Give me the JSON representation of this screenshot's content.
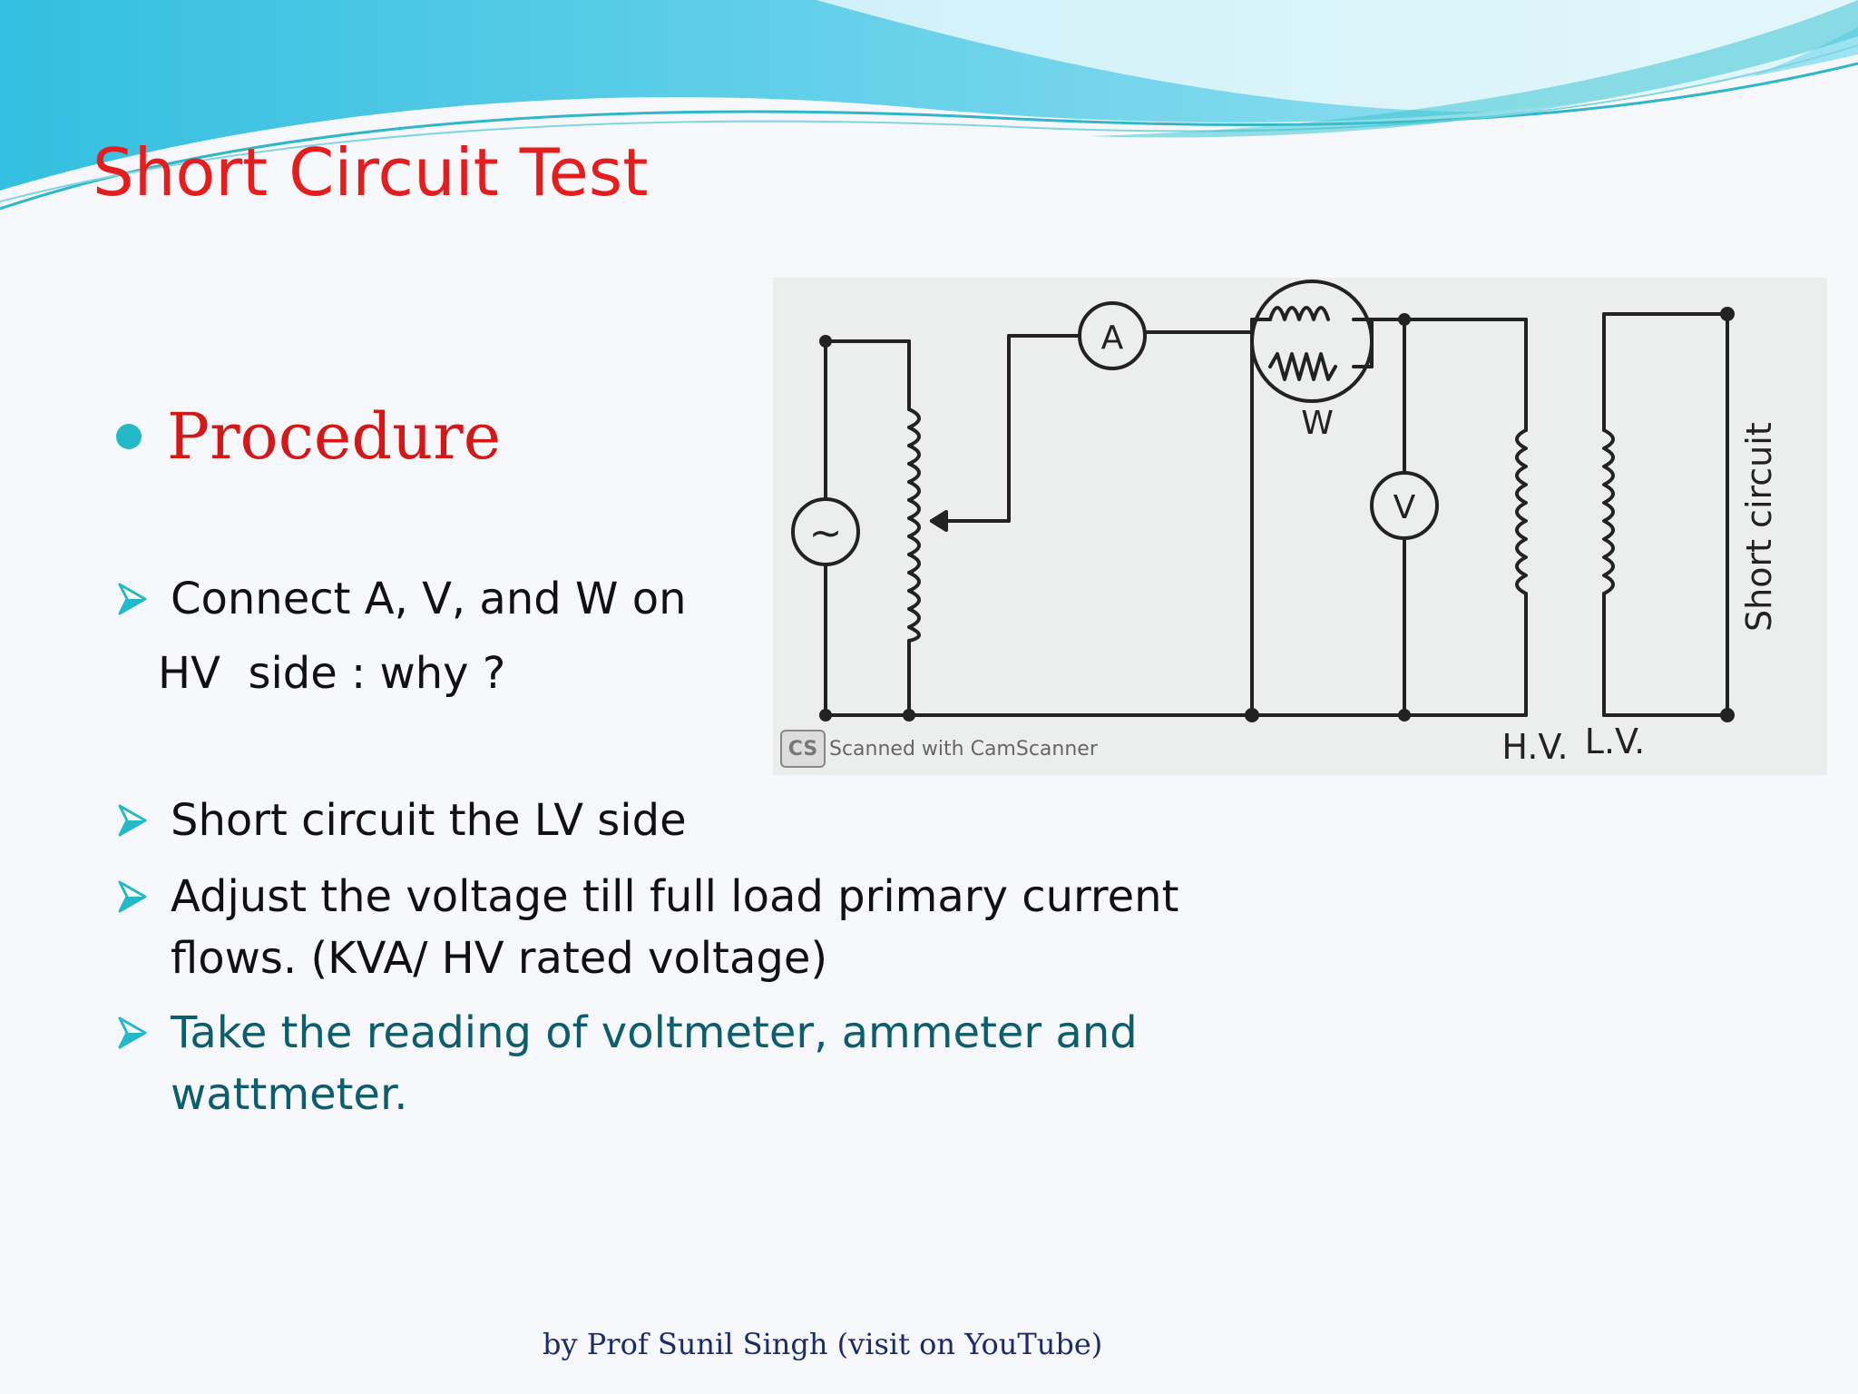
{
  "slide": {
    "title": "Short Circuit Test",
    "main_bullet": "Procedure",
    "items": [
      {
        "line1": "Connect A, V, and W on",
        "line2": "HV  side : why ?"
      },
      {
        "text": "Short circuit the LV side"
      },
      {
        "text": "Adjust the voltage till full load primary current\nflows. (KVA/ HV rated voltage)"
      },
      {
        "text": "Take the reading of voltmeter, ammeter and\nwattmeter."
      }
    ],
    "footer": "by Prof Sunil Singh (visit on YouTube)"
  },
  "diagram": {
    "ammeter_label": "A",
    "voltmeter_label": "V",
    "wattmeter_label": "W",
    "hv_label": "H.V.",
    "lv_label": "L.V.",
    "short_label": "Short circuit",
    "source_symbol": "~",
    "watermark_logo": "CS",
    "watermark_text": "Scanned with CamScanner"
  },
  "colors": {
    "title": "#e41e1e",
    "bullet_dot": "#24b9c7",
    "highlight_text": "#0c5d6d",
    "footer": "#1b2a6b"
  }
}
